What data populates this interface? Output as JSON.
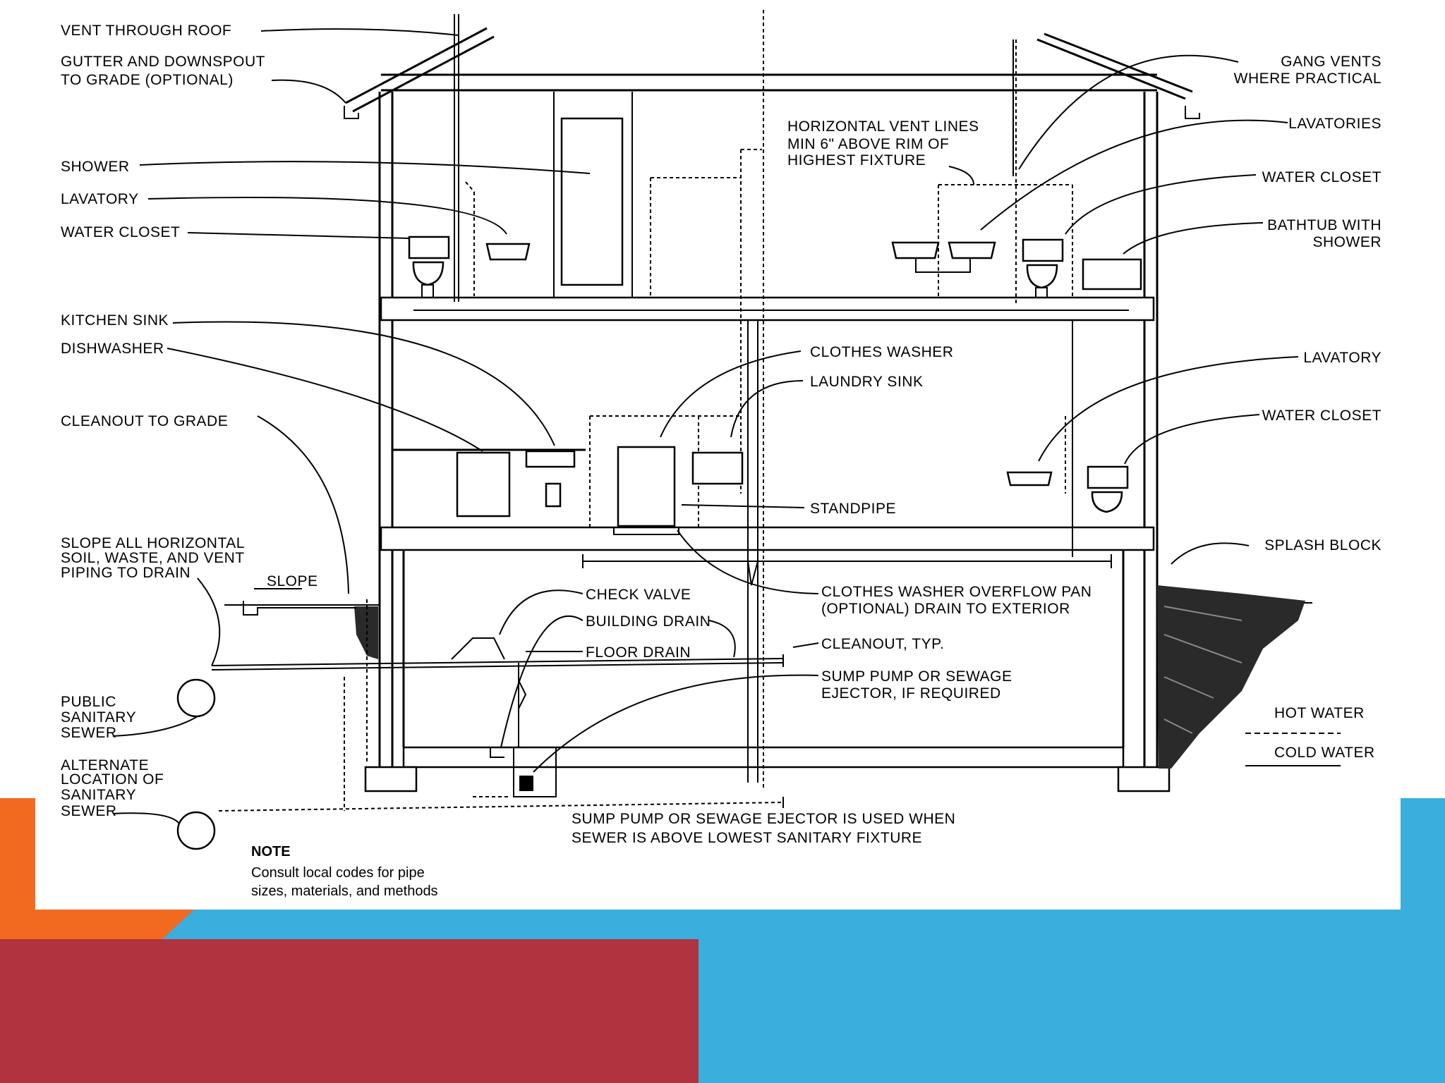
{
  "colors": {
    "orange": "#F26A1F",
    "blue": "#3AAEDC",
    "red": "#B1333F",
    "paper": "#FFFFFF",
    "ink": "#000000"
  },
  "labels": {
    "vent_through_roof": "VENT THROUGH ROOF",
    "gutter_1": "GUTTER AND DOWNSPOUT",
    "gutter_2": "TO GRADE (OPTIONAL)",
    "shower": "SHOWER",
    "lavatory_upper_left": "LAVATORY",
    "water_closet_upper_left": "WATER CLOSET",
    "kitchen_sink": "KITCHEN SINK",
    "dishwasher": "DISHWASHER",
    "cleanout_to_grade": "CLEANOUT TO GRADE",
    "slope_note_1": "SLOPE ALL HORIZONTAL",
    "slope_note_2": "SOIL, WASTE, AND VENT",
    "slope_note_3": "PIPING TO DRAIN",
    "slope": "SLOPE",
    "public_sewer_1": "PUBLIC",
    "public_sewer_2": "SANITARY",
    "public_sewer_3": "SEWER",
    "alternate_1": "ALTERNATE",
    "alternate_2": "LOCATION OF",
    "alternate_3": "SANITARY",
    "alternate_4": "SEWER",
    "note_title": "NOTE",
    "note_1": "Consult local codes for pipe",
    "note_2": "sizes, materials, and methods",
    "horizontal_vent_1": "HORIZONTAL VENT LINES",
    "horizontal_vent_2": "MIN 6\" ABOVE RIM OF",
    "horizontal_vent_3": "HIGHEST FIXTURE",
    "gang_vents_1": "GANG VENTS",
    "gang_vents_2": "WHERE PRACTICAL",
    "lavatories": "LAVATORIES",
    "water_closet_upper_right": "WATER CLOSET",
    "bathtub_1": "BATHTUB WITH",
    "bathtub_2": "SHOWER",
    "clothes_washer": "CLOTHES WASHER",
    "laundry_sink": "LAUNDRY SINK",
    "lavatory_middle_right": "LAVATORY",
    "water_closet_middle_right": "WATER CLOSET",
    "standpipe": "STANDPIPE",
    "splash_block": "SPLASH BLOCK",
    "check_valve": "CHECK VALVE",
    "building_drain": "BUILDING DRAIN",
    "floor_drain": "FLOOR DRAIN",
    "overflow_pan_1": "CLOTHES WASHER OVERFLOW PAN",
    "overflow_pan_2": "(OPTIONAL) DRAIN TO EXTERIOR",
    "cleanout_typ": "CLEANOUT, TYP.",
    "sump_1": "SUMP PUMP OR SEWAGE",
    "sump_2": "EJECTOR, IF REQUIRED",
    "hot_water": "HOT WATER",
    "cold_water": "COLD WATER",
    "sump_note_1": "SUMP PUMP OR SEWAGE EJECTOR IS USED WHEN",
    "sump_note_2": "SEWER IS ABOVE LOWEST SANITARY FIXTURE"
  }
}
